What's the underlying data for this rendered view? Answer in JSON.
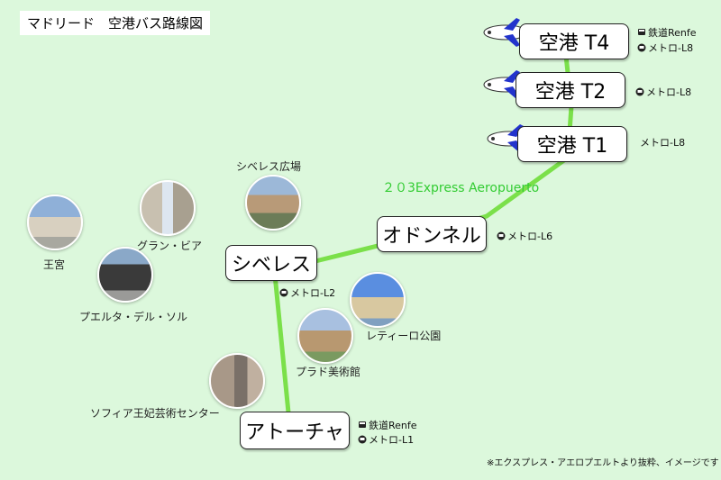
{
  "title": "マドリード　空港バス路線図",
  "colors": {
    "background": "#dcf8dc",
    "route": "#7be04a",
    "metro_line": "#7be04a",
    "route_label": "#33cc33"
  },
  "stations": {
    "t4": "空港 T4",
    "t2": "空港 T2",
    "t1": "空港 T1",
    "odonnell": "オドンネル",
    "cibeles": "シベレス",
    "atocha": "アトーチャ"
  },
  "route_name": "２０3Express Aeropuerto",
  "transfers": {
    "t4_renfe": "鉄道Renfe",
    "t4_metro": "メトロ-L8",
    "t2_metro": "メトロ-L8",
    "t1_metro": "メトロ-L8",
    "odonnell_metro": "メトロ-L6",
    "cibeles_metro": "メトロ-L2",
    "atocha_renfe": "鉄道Renfe",
    "atocha_metro": "メトロ-L1"
  },
  "landmarks": {
    "cibeles_plaza": "シベレス広場",
    "gran_via": "グラン・ビア",
    "royal_palace": "王宮",
    "puerta_del_sol": "プエルタ・デル・ソル",
    "retiro": "レティーロ公園",
    "prado": "プラド美術館",
    "reina_sofia": "ソフィア王妃芸術センター"
  },
  "icons": {
    "train": "train-icon",
    "metro": "metro-icon",
    "plane": "airplane-icon"
  },
  "note": "※エクスプレス・アエロプエルトより抜粋、イメージです"
}
